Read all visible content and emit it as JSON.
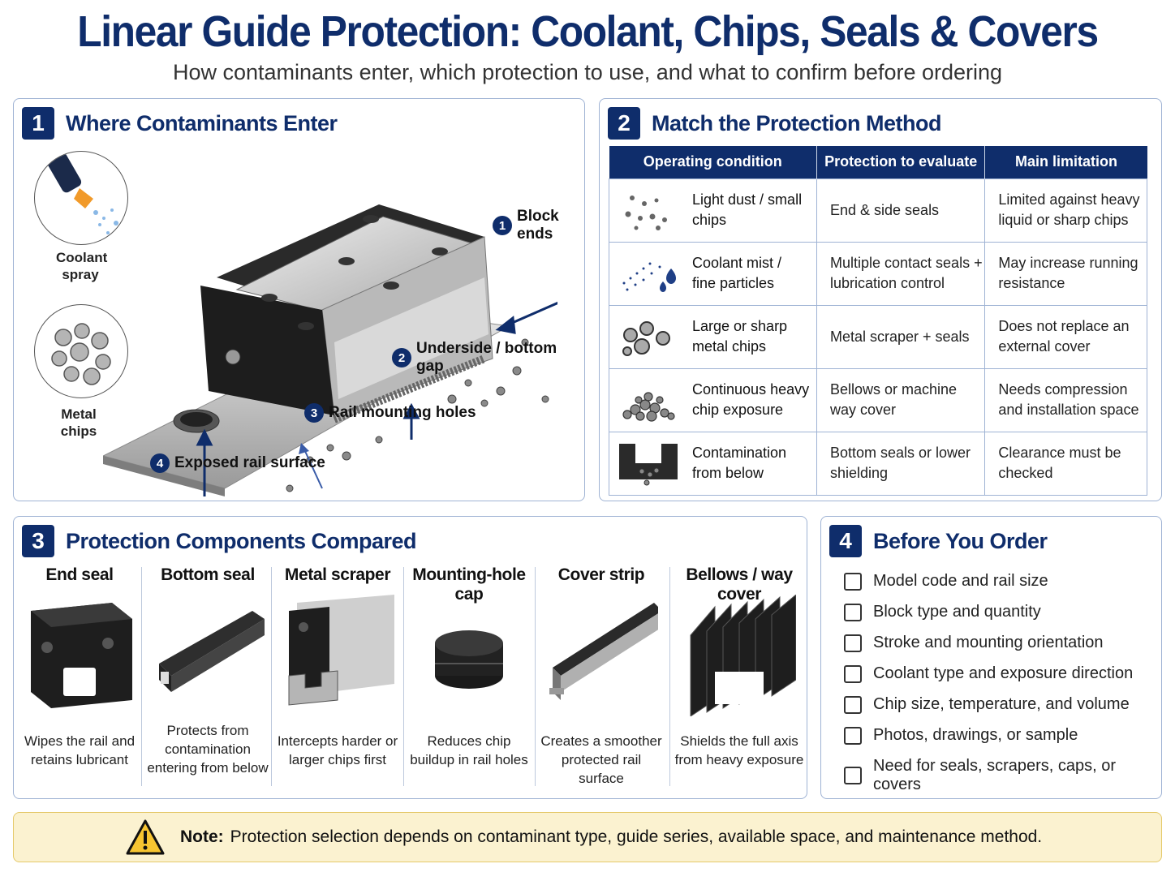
{
  "header": {
    "title": "Linear Guide Protection: Coolant, Chips, Seals & Covers",
    "subtitle": "How contaminants enter, which protection to use, and what to confirm before ordering"
  },
  "panel1": {
    "number": "1",
    "title": "Where Contaminants Enter",
    "coolant_label": "Coolant spray",
    "chips_label": "Metal chips",
    "callouts": [
      {
        "num": "1",
        "text": "Block ends"
      },
      {
        "num": "2",
        "text": "Underside / bottom gap"
      },
      {
        "num": "3",
        "text": "Rail mounting holes"
      },
      {
        "num": "4",
        "text": "Exposed rail surface"
      }
    ]
  },
  "panel2": {
    "number": "2",
    "title": "Match the Protection Method",
    "headers": [
      "Operating condition",
      "Protection to evaluate",
      "Main limitation"
    ],
    "rows": [
      {
        "icon": "dust-particles-icon",
        "condition": "Light dust / small chips",
        "protection": "End & side seals",
        "limitation": "Limited against heavy liquid or sharp chips"
      },
      {
        "icon": "coolant-mist-icon",
        "condition": "Coolant mist / fine particles",
        "protection": "Multiple contact seals + lubrication control",
        "limitation": "May increase running resistance"
      },
      {
        "icon": "metal-chips-icon",
        "condition": "Large or sharp metal chips",
        "protection": "Metal scraper + seals",
        "limitation": "Does not replace an external cover"
      },
      {
        "icon": "chip-pile-icon",
        "condition": "Continuous heavy chip exposure",
        "protection": "Bellows or machine way cover",
        "limitation": "Needs compression and installation space"
      },
      {
        "icon": "bottom-contamination-icon",
        "condition": "Contamination from below",
        "protection": "Bottom seals or lower shielding",
        "limitation": "Clearance must be checked"
      }
    ]
  },
  "panel3": {
    "number": "3",
    "title": "Protection Components Compared",
    "components": [
      {
        "name": "End seal",
        "desc": "Wipes the rail and retains lubricant"
      },
      {
        "name": "Bottom seal",
        "desc": "Protects from contamination entering from below"
      },
      {
        "name": "Metal scraper",
        "desc": "Intercepts harder or larger chips first"
      },
      {
        "name": "Mounting-hole cap",
        "desc": "Reduces chip buildup in rail holes"
      },
      {
        "name": "Cover strip",
        "desc": "Creates a smoother protected rail surface"
      },
      {
        "name": "Bellows / way cover",
        "desc": "Shields the full axis from heavy exposure"
      }
    ]
  },
  "panel4": {
    "number": "4",
    "title": "Before You Order",
    "items": [
      "Model code and rail size",
      "Block type and quantity",
      "Stroke and mounting orientation",
      "Coolant type and exposure direction",
      "Chip size, temperature, and volume",
      "Photos, drawings, or sample",
      "Need for seals, scrapers, caps, or covers"
    ]
  },
  "note": {
    "label": "Note:",
    "text": "Protection selection depends on contaminant type, guide series, available space, and maintenance method."
  },
  "colors": {
    "navy": "#0f2d6b",
    "panel_border": "#9fb3d4",
    "note_bg": "#fbf2d0"
  }
}
